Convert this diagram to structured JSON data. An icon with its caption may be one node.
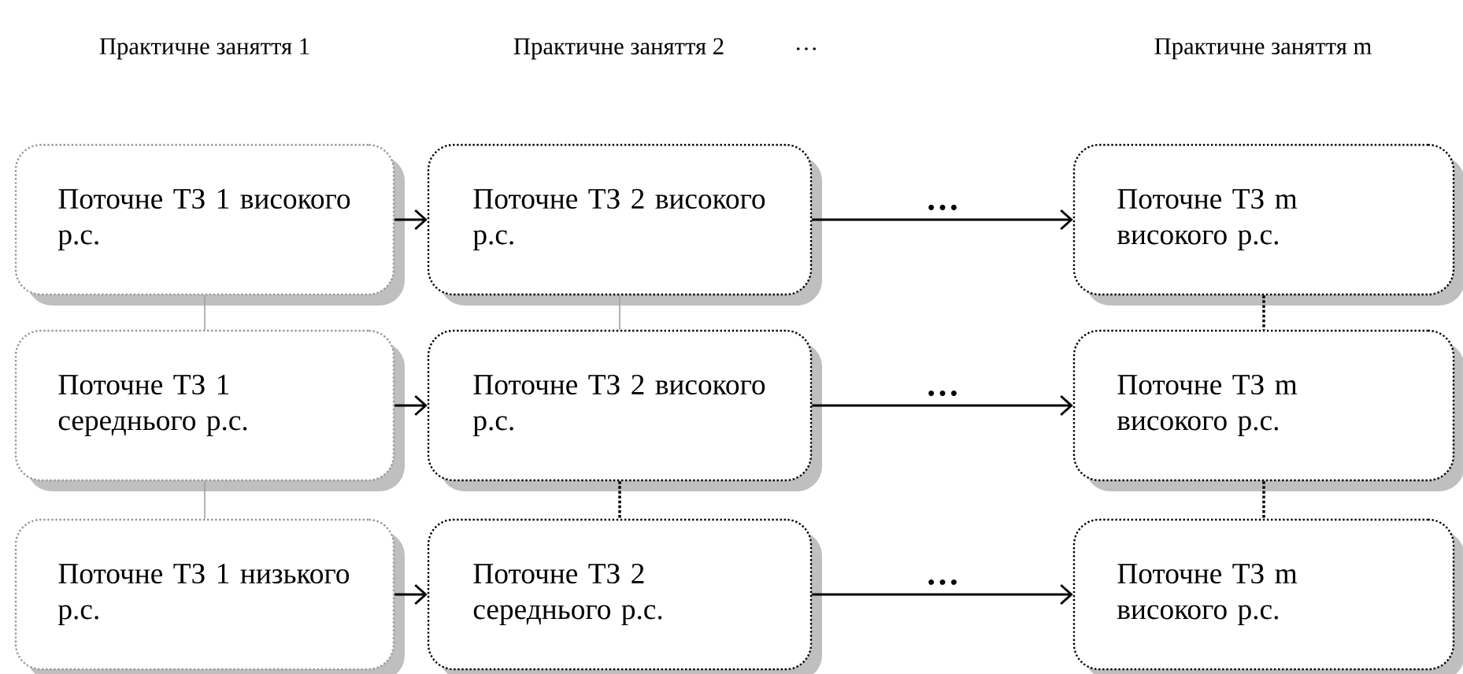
{
  "diagram": {
    "nodes": [
      {
        "text": [
          "Поточне ТЗ 1 високого р.с."
        ]
      },
      {
        "text": [
          "Поточне ТЗ 1 середнього р.с."
        ]
      },
      {
        "text": [
          "Поточне ТЗ 1 низького р.с."
        ]
      },
      {
        "text": [
          "Поточне ТЗ 2 високого р.с."
        ]
      },
      {
        "text": [
          "Поточне ТЗ 2 високого р.с."
        ]
      },
      {
        "text": [
          "Поточне ТЗ 2 середнього р.с."
        ]
      },
      {
        "text": [
          "Поточне ТЗ m високого р.с."
        ]
      },
      {
        "text": [
          "Поточне ТЗ m високого р.с."
        ]
      },
      {
        "text": [
          "Поточне ТЗ m високого р.с."
        ]
      }
    ],
    "edges": [
      {
        "from": 0,
        "to": 3,
        "arrow": "to"
      },
      {
        "from": 1,
        "to": 4,
        "arrow": "to"
      },
      {
        "from": 2,
        "to": 5,
        "arrow": "to"
      },
      {
        "from": 3,
        "to": 6,
        "arrow": "to",
        "label": "…"
      },
      {
        "from": 4,
        "to": 7,
        "arrow": "to",
        "label": "…"
      },
      {
        "from": 5,
        "to": 8,
        "arrow": "to",
        "label": "…"
      },
      {
        "from": 0,
        "to": 1,
        "arrow": "none",
        "color": "#a0a0a0"
      },
      {
        "from": 1,
        "to": 2,
        "arrow": "none",
        "color": "#a0a0a0"
      },
      {
        "from": 3,
        "to": 4,
        "arrow": "none",
        "color": "#a0a0a0"
      },
      {
        "from": 4,
        "to": 5,
        "arrow": "none",
        "style": "dashed"
      },
      {
        "from": 6,
        "to": 7,
        "arrow": "none",
        "style": "dashed"
      },
      {
        "from": 7,
        "to": 8,
        "arrow": "none",
        "style": "dashed"
      }
    ],
    "labels": [
      "Практичне заняття  1",
      "Практичне заняття  2",
      "…",
      "Практичне заняття  m"
    ]
  }
}
